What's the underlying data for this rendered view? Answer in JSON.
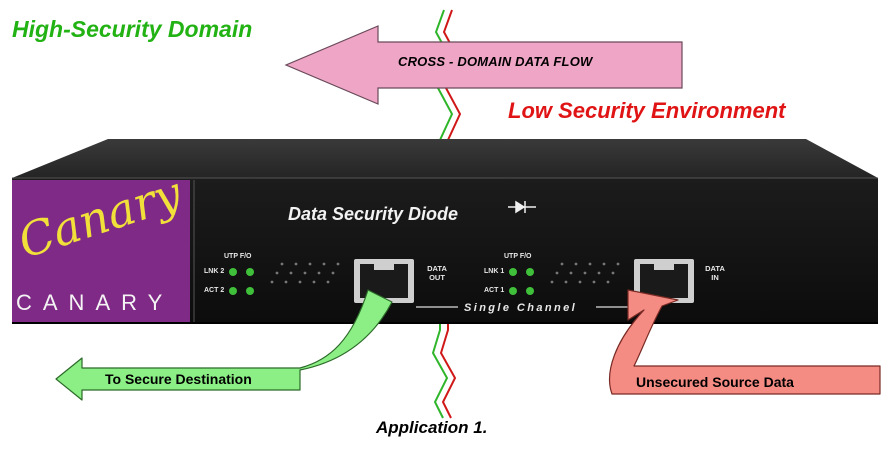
{
  "labels": {
    "high_domain": "High-Security Domain",
    "low_domain": "Low Security Environment",
    "flow_arrow": "CROSS - DOMAIN  DATA  FLOW",
    "dest_arrow": "To Secure Destination",
    "source_arrow": "Unsecured Source Data",
    "caption": "Application 1."
  },
  "device": {
    "brand_script": "Canary",
    "brand_name": "CANARY",
    "product_title": "Data Security Diode",
    "ports": [
      {
        "utp_fo": "UTP F/O",
        "link": "LNK 2",
        "act": "ACT 2",
        "port_label_1": "DATA",
        "port_label_2": "OUT"
      },
      {
        "utp_fo": "UTP F/O",
        "link": "LNK 1",
        "act": "ACT 1",
        "port_label_1": "DATA",
        "port_label_2": "IN"
      }
    ],
    "channel": "Single  Channel"
  },
  "colors": {
    "high_domain": "#22b214",
    "low_domain": "#e01414",
    "flow_arrow_fill": "#efa6c6",
    "dest_arrow_fill": "#8cef86",
    "source_arrow_fill": "#f58c84",
    "brand_panel": "#7f2a86",
    "led_green": "#3fbf3a"
  },
  "icons": [
    "diode-icon",
    "rj45-port-icon"
  ]
}
